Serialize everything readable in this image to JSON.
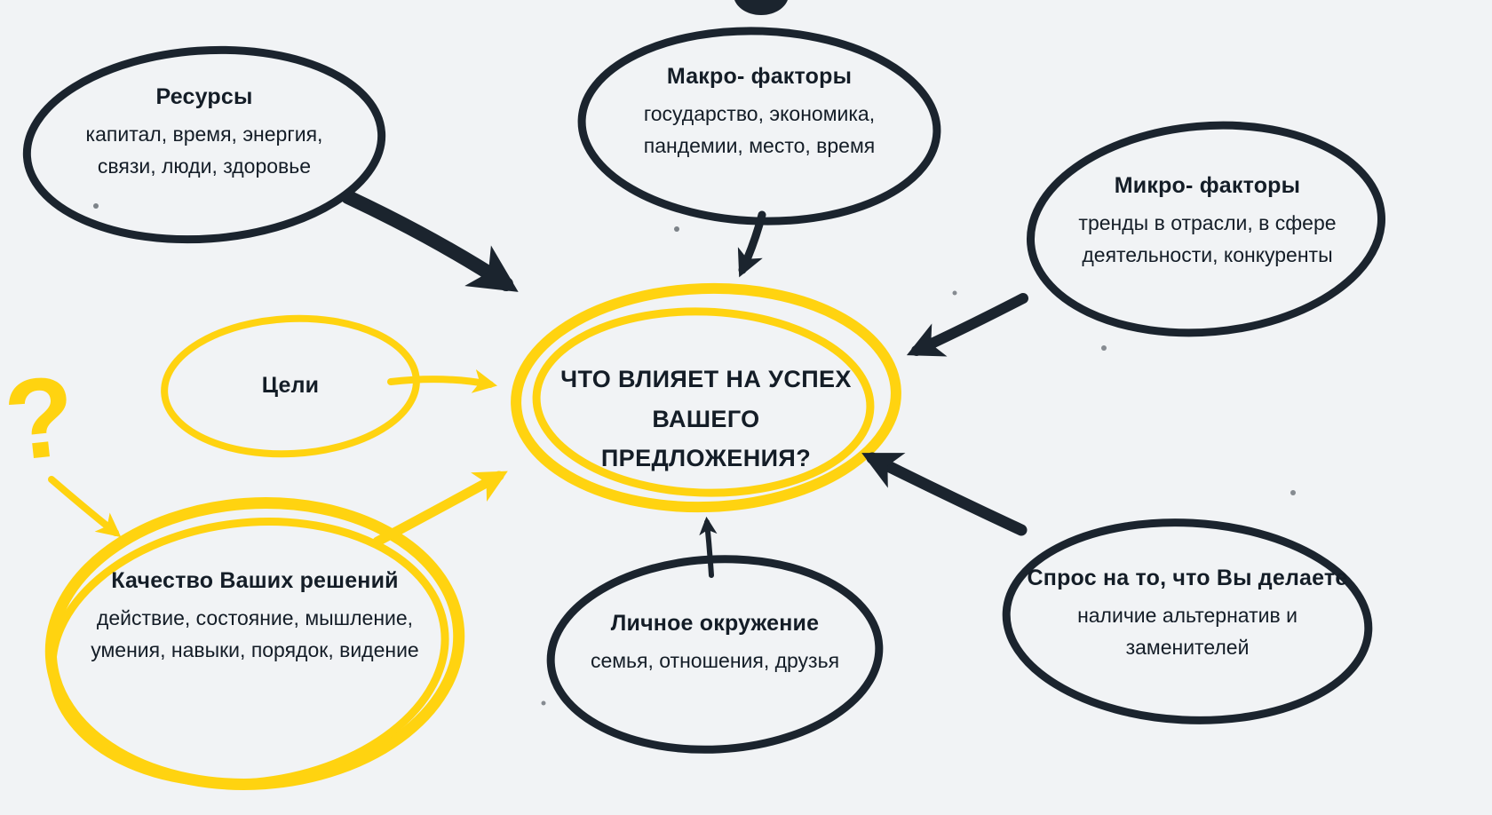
{
  "center": {
    "line1": "ЧТО ВЛИЯЕТ НА УСПЕХ",
    "line2": "ВАШЕГО ПРЕДЛОЖЕНИЯ?"
  },
  "question_mark": "?",
  "nodes": {
    "resources": {
      "title": "Ресурсы",
      "description": "капитал, время, энергия, связи, люди, здоровье"
    },
    "macro": {
      "title": "Макро- факторы",
      "description": "государство, экономика, пандемии, место, время"
    },
    "micro": {
      "title": "Микро- факторы",
      "description": "тренды в отрасли, в сфере деятельности, конкуренты"
    },
    "goals": {
      "title": "Цели"
    },
    "quality": {
      "title": "Качество Ваших решений",
      "description": "действие, состояние, мышление, умения, навыки, порядок, видение"
    },
    "personal": {
      "title": "Личное окружение",
      "description": "семья, отношения, друзья"
    },
    "demand": {
      "title": "Спрос на то, что Вы делаете",
      "description": "наличие альтернатив и заменителей"
    }
  },
  "colors": {
    "dark_ink": "#1b242e",
    "yellow_ink": "#ffd310",
    "background": "#f1f3f5",
    "text": "#141d27"
  }
}
